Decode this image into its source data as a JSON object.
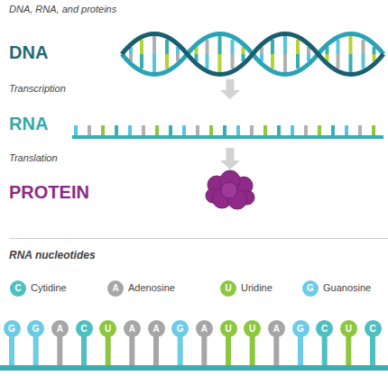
{
  "diagram": {
    "title": "DNA, RNA, and proteins",
    "nodes": [
      {
        "text": [
          "DNA"
        ]
      },
      {
        "text": [
          "RNA"
        ]
      },
      {
        "text": [
          "PROTEIN"
        ]
      },
      {
        "text": [
          "G"
        ]
      },
      {
        "text": [
          "G"
        ]
      },
      {
        "text": [
          "A"
        ]
      },
      {
        "text": [
          "C"
        ]
      },
      {
        "text": [
          "U"
        ]
      },
      {
        "text": [
          "A"
        ]
      },
      {
        "text": [
          "A"
        ]
      },
      {
        "text": [
          "G"
        ]
      },
      {
        "text": [
          "A"
        ]
      },
      {
        "text": [
          "U"
        ]
      },
      {
        "text": [
          "U"
        ]
      },
      {
        "text": [
          "A"
        ]
      },
      {
        "text": [
          "G"
        ]
      },
      {
        "text": [
          "C"
        ]
      },
      {
        "text": [
          "U"
        ]
      },
      {
        "text": [
          "C"
        ]
      }
    ],
    "edges": [
      {
        "from": 0,
        "to": 1,
        "arrow": "to",
        "label": "Transcription"
      },
      {
        "from": 1,
        "to": 2,
        "arrow": "to",
        "label": "Translation"
      }
    ],
    "labels": [
      "RNA nucleotides",
      "C",
      "A",
      "U",
      "G"
    ],
    "legend": [
      {
        "text": "Cytidine",
        "color": "#4fbfc1"
      },
      {
        "text": "Adenosine",
        "color": "#a6a6a6"
      },
      {
        "text": "Uridine",
        "color": "#8dc63f"
      },
      {
        "text": "Guanosine",
        "color": "#6ccbe6"
      }
    ]
  }
}
